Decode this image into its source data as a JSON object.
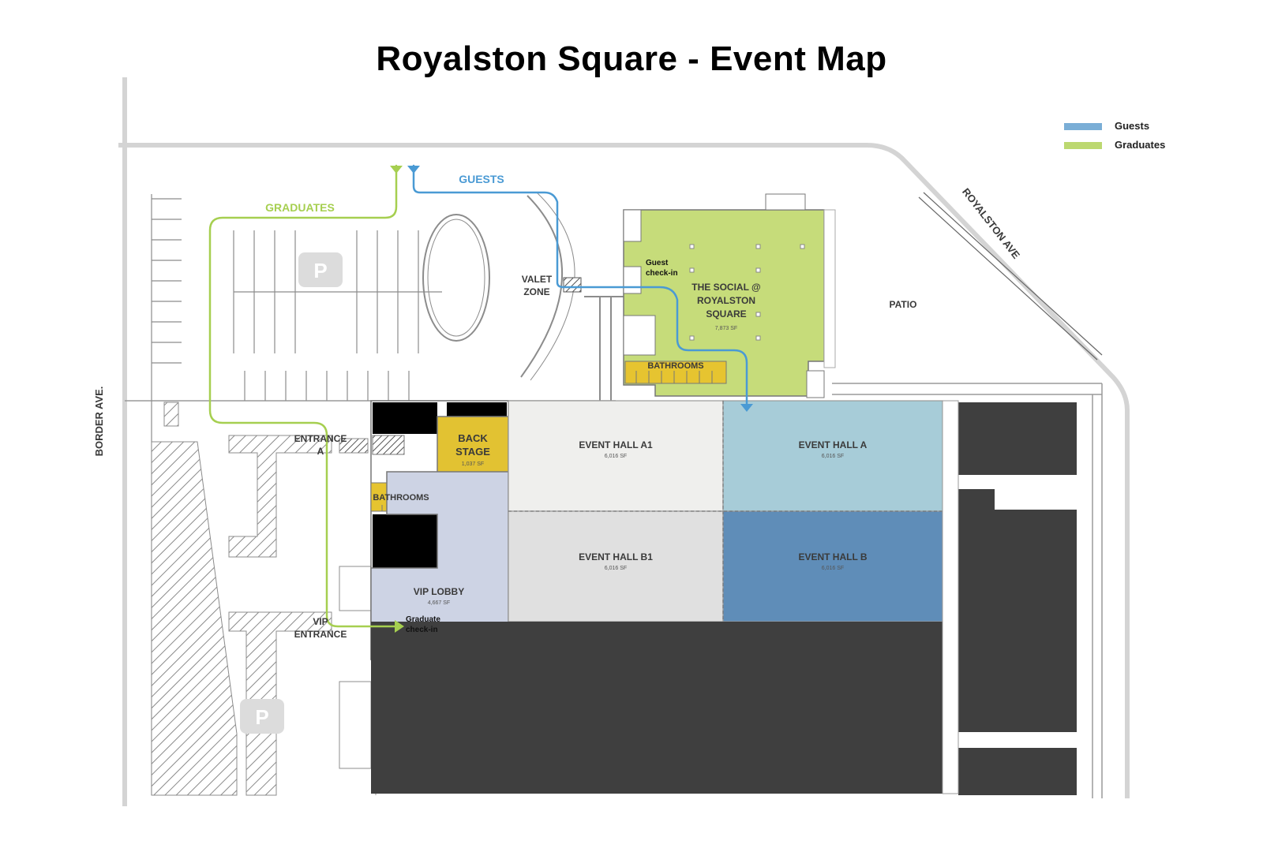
{
  "title": "Royalston Square - Event Map",
  "legend": {
    "guests": {
      "label": "Guests",
      "color": "#7aaed6"
    },
    "graduates": {
      "label": "Graduates",
      "color": "#bcd870"
    }
  },
  "streets": {
    "border_ave": "BORDER AVE.",
    "royalston_ave": "ROYALSTON AVE"
  },
  "routes": {
    "graduates_label": "GRADUATES",
    "guests_label": "GUESTS",
    "guests_color": "#4a9ad4",
    "graduates_color": "#a6cf50"
  },
  "parking": {
    "symbol": "P"
  },
  "areas": {
    "valet_1": "VALET",
    "valet_2": "ZONE",
    "patio": "PATIO",
    "entrance_a_1": "ENTRANCE",
    "entrance_a_2": "A",
    "vip_entrance_1": "VIP",
    "vip_entrance_2": "ENTRANCE"
  },
  "rooms": {
    "social_1": "THE SOCIAL @",
    "social_2": "ROYALSTON",
    "social_3": "SQUARE",
    "social_sf": "7,873 SF",
    "social_color": "#c6dc7a",
    "bathrooms_top": "BATHROOMS",
    "bathrooms_left": "BATHROOMS",
    "bathroom_color": "#e6c430",
    "backstage_1": "BACK",
    "backstage_2": "STAGE",
    "backstage_sf": "1,037 SF",
    "backstage_color": "#e2c232",
    "hall_a1": "EVENT HALL A1",
    "hall_a1_sf": "6,016 SF",
    "hall_a1_color": "#efefed",
    "hall_a": "EVENT HALL A",
    "hall_a_sf": "6,016 SF",
    "hall_a_color": "#a7ccd8",
    "hall_b1": "EVENT HALL B1",
    "hall_b1_sf": "6,016 SF",
    "hall_b1_color": "#e0e0e0",
    "hall_b": "EVENT HALL B",
    "hall_b_sf": "6,016 SF",
    "hall_b_color": "#5f8db8",
    "vip_lobby": "VIP LOBBY",
    "vip_lobby_sf": "4,667 SF",
    "vip_lobby_color": "#cdd3e4",
    "dark_block_color": "#3f3f3f"
  },
  "checkins": {
    "guest_1": "Guest",
    "guest_2": "check-in",
    "graduate_1": "Graduate",
    "graduate_2": "check-in"
  }
}
